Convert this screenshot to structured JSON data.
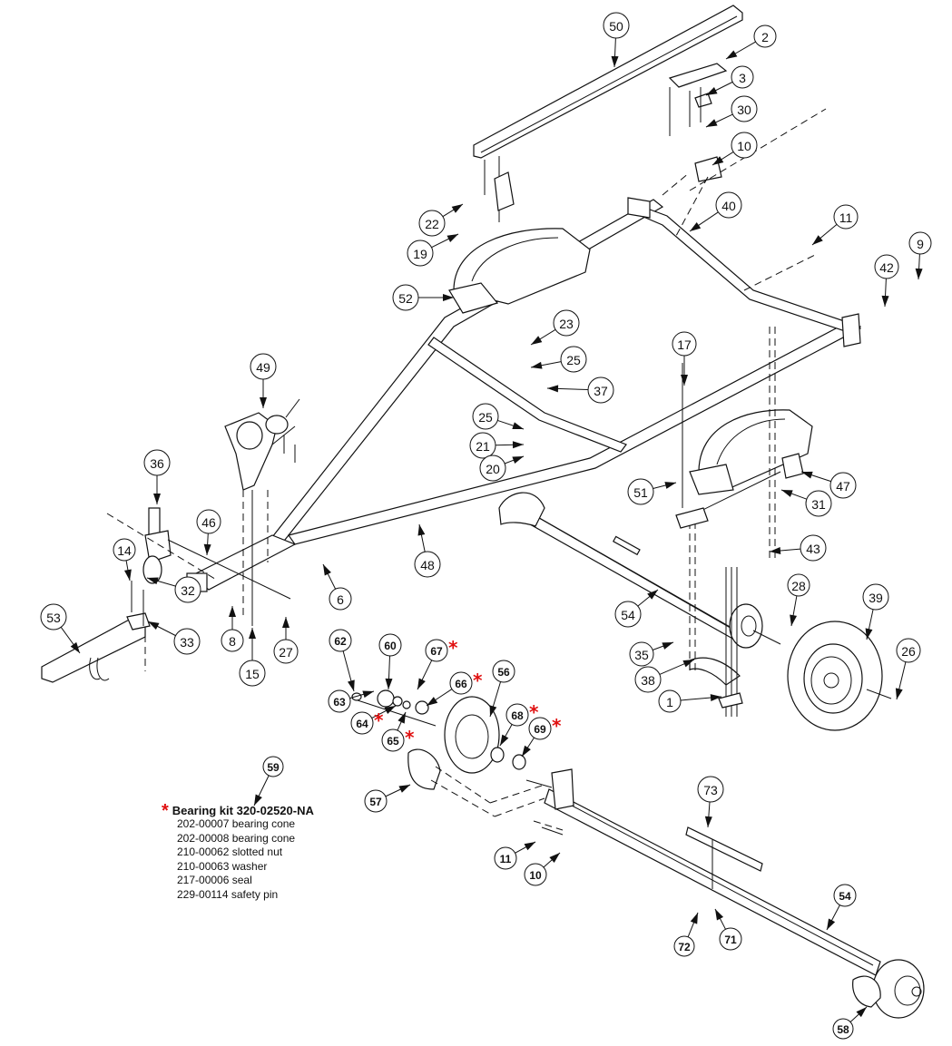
{
  "diagram": {
    "title": "Trailer exploded parts diagram",
    "accent_color": "#e01010",
    "callouts": [
      {
        "id": "50",
        "bold": false,
        "starred": false
      },
      {
        "id": "2",
        "bold": false,
        "starred": false
      },
      {
        "id": "3",
        "bold": false,
        "starred": false
      },
      {
        "id": "30",
        "bold": false,
        "starred": false
      },
      {
        "id": "10",
        "bold": false,
        "starred": false
      },
      {
        "id": "22",
        "bold": false,
        "starred": false
      },
      {
        "id": "19",
        "bold": false,
        "starred": false
      },
      {
        "id": "40",
        "bold": false,
        "starred": false
      },
      {
        "id": "11",
        "bold": false,
        "starred": false
      },
      {
        "id": "42",
        "bold": false,
        "starred": false
      },
      {
        "id": "9",
        "bold": false,
        "starred": false
      },
      {
        "id": "52",
        "bold": false,
        "starred": false
      },
      {
        "id": "23",
        "bold": false,
        "starred": false
      },
      {
        "id": "25",
        "bold": false,
        "starred": false
      },
      {
        "id": "37",
        "bold": false,
        "starred": false
      },
      {
        "id": "17",
        "bold": false,
        "starred": false
      },
      {
        "id": "49",
        "bold": false,
        "starred": false
      },
      {
        "id": "25",
        "bold": false,
        "starred": false
      },
      {
        "id": "21",
        "bold": false,
        "starred": false
      },
      {
        "id": "20",
        "bold": false,
        "starred": false
      },
      {
        "id": "51",
        "bold": false,
        "starred": false
      },
      {
        "id": "47",
        "bold": false,
        "starred": false
      },
      {
        "id": "31",
        "bold": false,
        "starred": false
      },
      {
        "id": "36",
        "bold": false,
        "starred": false
      },
      {
        "id": "46",
        "bold": false,
        "starred": false
      },
      {
        "id": "14",
        "bold": false,
        "starred": false
      },
      {
        "id": "48",
        "bold": false,
        "starred": false
      },
      {
        "id": "6",
        "bold": false,
        "starred": false
      },
      {
        "id": "43",
        "bold": false,
        "starred": false
      },
      {
        "id": "32",
        "bold": false,
        "starred": false
      },
      {
        "id": "53",
        "bold": false,
        "starred": false
      },
      {
        "id": "33",
        "bold": false,
        "starred": false
      },
      {
        "id": "8",
        "bold": false,
        "starred": false
      },
      {
        "id": "27",
        "bold": false,
        "starred": false
      },
      {
        "id": "15",
        "bold": false,
        "starred": false
      },
      {
        "id": "28",
        "bold": false,
        "starred": false
      },
      {
        "id": "39",
        "bold": false,
        "starred": false
      },
      {
        "id": "54",
        "bold": false,
        "starred": false
      },
      {
        "id": "35",
        "bold": false,
        "starred": false
      },
      {
        "id": "38",
        "bold": false,
        "starred": false
      },
      {
        "id": "26",
        "bold": false,
        "starred": false
      },
      {
        "id": "1",
        "bold": false,
        "starred": false
      },
      {
        "id": "62",
        "bold": true,
        "starred": false
      },
      {
        "id": "60",
        "bold": true,
        "starred": false
      },
      {
        "id": "67",
        "bold": true,
        "starred": true
      },
      {
        "id": "56",
        "bold": true,
        "starred": false
      },
      {
        "id": "66",
        "bold": true,
        "starred": true
      },
      {
        "id": "63",
        "bold": true,
        "starred": false
      },
      {
        "id": "64",
        "bold": true,
        "starred": true
      },
      {
        "id": "65",
        "bold": true,
        "starred": true
      },
      {
        "id": "68",
        "bold": true,
        "starred": true
      },
      {
        "id": "69",
        "bold": true,
        "starred": true
      },
      {
        "id": "59",
        "bold": true,
        "starred": false
      },
      {
        "id": "57",
        "bold": true,
        "starred": false
      },
      {
        "id": "73",
        "bold": false,
        "starred": false
      },
      {
        "id": "11",
        "bold": true,
        "starred": false
      },
      {
        "id": "10",
        "bold": true,
        "starred": false
      },
      {
        "id": "54",
        "bold": true,
        "starred": false
      },
      {
        "id": "72",
        "bold": true,
        "starred": false
      },
      {
        "id": "71",
        "bold": true,
        "starred": false
      },
      {
        "id": "58",
        "bold": true,
        "starred": false
      }
    ]
  },
  "legend": {
    "star_symbol": "*",
    "title": "Bearing kit 320-02520-NA",
    "items": [
      "202-00007 bearing cone",
      "202-00008 bearing cone",
      "210-00062 slotted nut",
      "210-00063 washer",
      "217-00006 seal",
      "229-00114 safety pin"
    ]
  }
}
